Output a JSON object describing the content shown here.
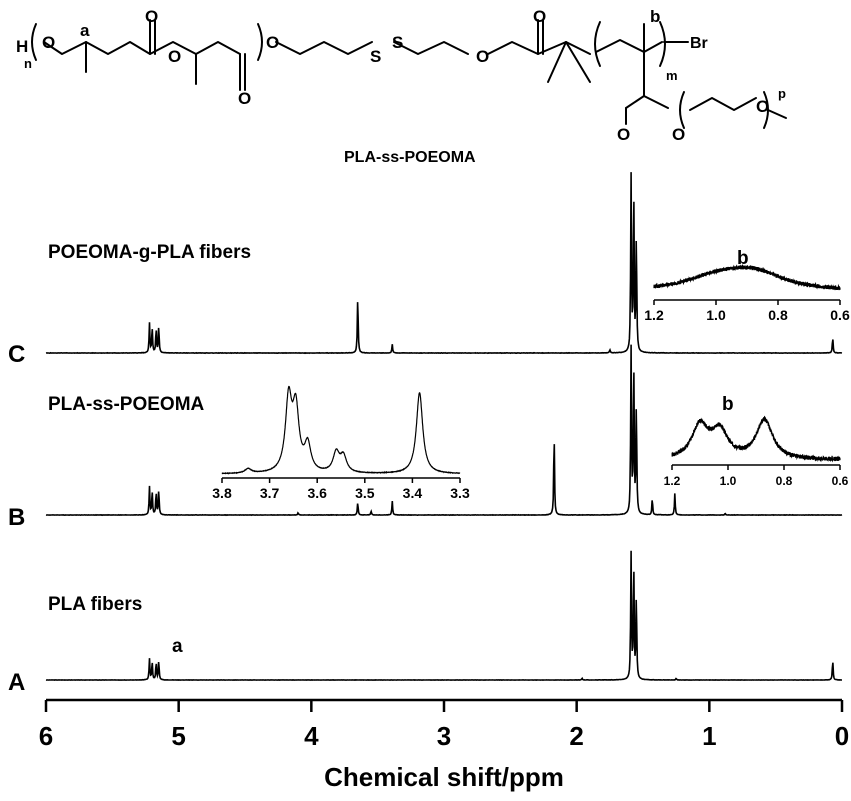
{
  "structure": {
    "name": "PLA-ss-POEOMA",
    "atoms": {
      "H": "H",
      "n": "n",
      "O": "O",
      "S": "S",
      "Br": "Br",
      "a": "a",
      "b": "b",
      "m": "m",
      "p": "p"
    }
  },
  "chart_data": {
    "type": "line",
    "xlabel": "Chemical shift/ppm",
    "xlim": [
      6,
      0
    ],
    "x_reversed": true,
    "xticks": [
      6,
      5,
      4,
      3,
      2,
      1,
      0
    ],
    "series": [
      {
        "id": "A",
        "letter": "A",
        "label": "PLA fibers",
        "peaks": [
          {
            "ppm": 5.22,
            "intensity": 0.17
          },
          {
            "ppm": 5.2,
            "intensity": 0.15
          },
          {
            "ppm": 5.17,
            "intensity": 0.14
          },
          {
            "ppm": 5.15,
            "intensity": 0.16
          },
          {
            "ppm": 1.96,
            "intensity": 0.015
          },
          {
            "ppm": 1.59,
            "intensity": 1.0
          },
          {
            "ppm": 1.57,
            "intensity": 0.95
          },
          {
            "ppm": 1.55,
            "intensity": 0.7
          },
          {
            "ppm": 1.25,
            "intensity": 0.012
          },
          {
            "ppm": 0.07,
            "intensity": 0.16
          }
        ],
        "annotations": [
          {
            "text": "a",
            "ppm": 5.05
          }
        ]
      },
      {
        "id": "B",
        "letter": "B",
        "label": "PLA-ss-POEOMA",
        "peaks": [
          {
            "ppm": 5.22,
            "intensity": 0.17
          },
          {
            "ppm": 5.2,
            "intensity": 0.15
          },
          {
            "ppm": 5.17,
            "intensity": 0.14
          },
          {
            "ppm": 5.15,
            "intensity": 0.16
          },
          {
            "ppm": 4.1,
            "intensity": 0.015
          },
          {
            "ppm": 3.65,
            "intensity": 0.08
          },
          {
            "ppm": 3.55,
            "intensity": 0.025
          },
          {
            "ppm": 3.39,
            "intensity": 0.085
          },
          {
            "ppm": 2.17,
            "intensity": 0.5
          },
          {
            "ppm": 1.59,
            "intensity": 1.0
          },
          {
            "ppm": 1.57,
            "intensity": 0.95
          },
          {
            "ppm": 1.55,
            "intensity": 0.7
          },
          {
            "ppm": 1.43,
            "intensity": 0.1
          },
          {
            "ppm": 1.26,
            "intensity": 0.13
          },
          {
            "ppm": 0.88,
            "intensity": 0.01
          }
        ],
        "inset": {
          "xlim": [
            3.8,
            3.3
          ],
          "xticks": [
            3.8,
            3.7,
            3.6,
            3.5,
            3.4,
            3.3
          ],
          "peaks": [
            {
              "ppm": 3.745,
              "intensity": 0.05
            },
            {
              "ppm": 3.66,
              "intensity": 0.8
            },
            {
              "ppm": 3.645,
              "intensity": 0.68
            },
            {
              "ppm": 3.62,
              "intensity": 0.3
            },
            {
              "ppm": 3.56,
              "intensity": 0.22
            },
            {
              "ppm": 3.545,
              "intensity": 0.18
            },
            {
              "ppm": 3.385,
              "intensity": 0.9
            }
          ]
        },
        "inset_b": {
          "xlim": [
            1.2,
            0.6
          ],
          "xticks": [
            1.2,
            1.0,
            0.8,
            0.6
          ],
          "xtick_labels": [
            "1.2",
            "1.0",
            "",
            "0.8",
            "0.6"
          ],
          "minor_label": "°",
          "annotation": "b",
          "peaks": [
            {
              "ppm": 1.1,
              "intensity": 0.55
            },
            {
              "ppm": 1.03,
              "intensity": 0.45
            },
            {
              "ppm": 0.87,
              "intensity": 0.65
            }
          ]
        }
      },
      {
        "id": "C",
        "letter": "C",
        "label": "POEOMA-g-PLA fibers",
        "peaks": [
          {
            "ppm": 5.22,
            "intensity": 0.17
          },
          {
            "ppm": 5.2,
            "intensity": 0.15
          },
          {
            "ppm": 5.17,
            "intensity": 0.14
          },
          {
            "ppm": 5.15,
            "intensity": 0.16
          },
          {
            "ppm": 3.65,
            "intensity": 0.34
          },
          {
            "ppm": 3.39,
            "intensity": 0.05
          },
          {
            "ppm": 1.75,
            "intensity": 0.02
          },
          {
            "ppm": 1.59,
            "intensity": 1.0
          },
          {
            "ppm": 1.57,
            "intensity": 0.95
          },
          {
            "ppm": 1.55,
            "intensity": 0.7
          },
          {
            "ppm": 0.07,
            "intensity": 0.09
          }
        ],
        "inset": {
          "xlim": [
            1.2,
            0.6
          ],
          "xticks": [
            1.2,
            1.0,
            0.8,
            0.6
          ],
          "annotation": "b",
          "peaks": [
            {
              "ppm": 1.0,
              "intensity": 0.3
            },
            {
              "ppm": 0.88,
              "intensity": 0.45
            }
          ]
        }
      }
    ]
  }
}
